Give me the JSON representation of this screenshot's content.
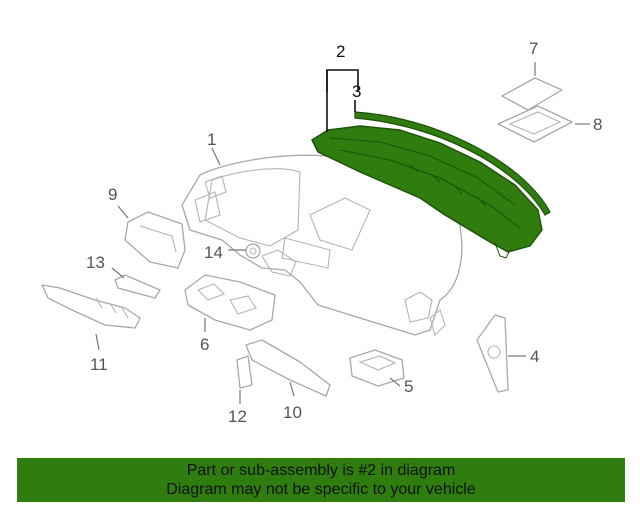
{
  "diagram": {
    "callouts": [
      "1",
      "2",
      "3",
      "4",
      "5",
      "6",
      "7",
      "8",
      "9",
      "10",
      "11",
      "12",
      "13",
      "14"
    ],
    "highlighted_part": "2",
    "highlight_color": "#2f7d0f"
  },
  "caption": {
    "line1": "Part or sub-assembly is #2 in diagram",
    "line2": "Diagram may not be specific to your vehicle",
    "background": "#2f7d0f"
  }
}
